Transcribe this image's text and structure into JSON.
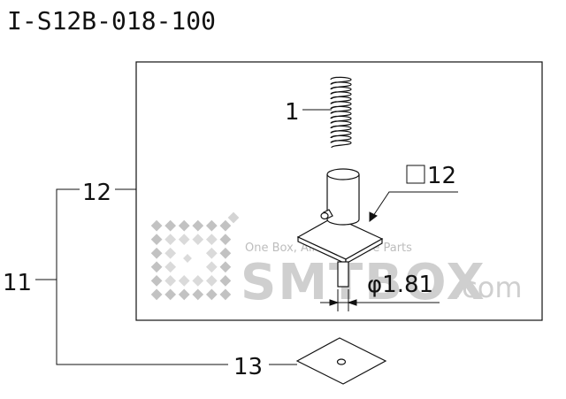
{
  "title": "I-S12B-018-100",
  "callouts": {
    "spring": "1",
    "assembly": "11",
    "box": "12",
    "sheet": "13"
  },
  "dimensions": {
    "square": "12",
    "diameter": "φ1.81"
  },
  "watermark": {
    "tagline": "One Box, All SMT Spare Parts",
    "brand": "SMTBOX",
    "suffix": ".com"
  },
  "colors": {
    "line": "#111111",
    "watermark": "#c8c8c8"
  }
}
